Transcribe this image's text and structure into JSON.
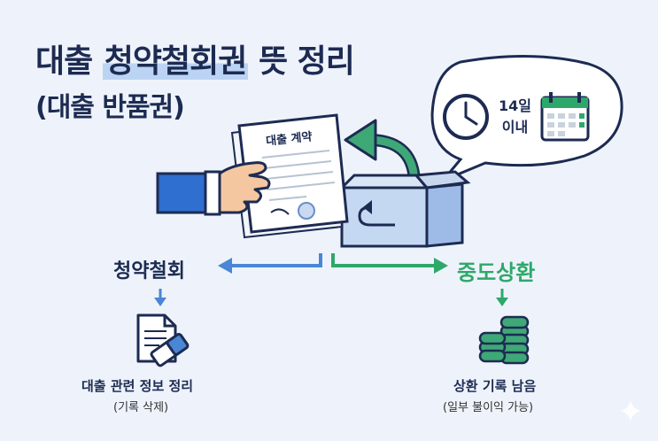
{
  "title": {
    "line1_prefix": "대출",
    "line1_highlight": "청약철회권",
    "line1_suffix": "뜻 정리",
    "line2": "(대출 반품권)"
  },
  "contract": {
    "label": "대출 계약"
  },
  "bubble": {
    "days_line1": "14일",
    "days_line2": "이내"
  },
  "left_branch": {
    "heading": "청약철회",
    "caption": "대출 관련 정보 정리",
    "sub": "(기록 삭제)"
  },
  "right_branch": {
    "heading": "중도상환",
    "caption": "상환 기록 남음",
    "sub": "(일부 불이익 가능)"
  },
  "colors": {
    "navy": "#1d2b52",
    "blue_arrow": "#4a86d6",
    "green": "#2ea86a",
    "highlight": "#bcd4f4"
  },
  "icons": [
    "clock-icon",
    "calendar-icon",
    "hand-icon",
    "contract-document-icon",
    "return-box-icon",
    "document-eraser-icon",
    "coin-stack-icon",
    "sparkle-icon"
  ]
}
